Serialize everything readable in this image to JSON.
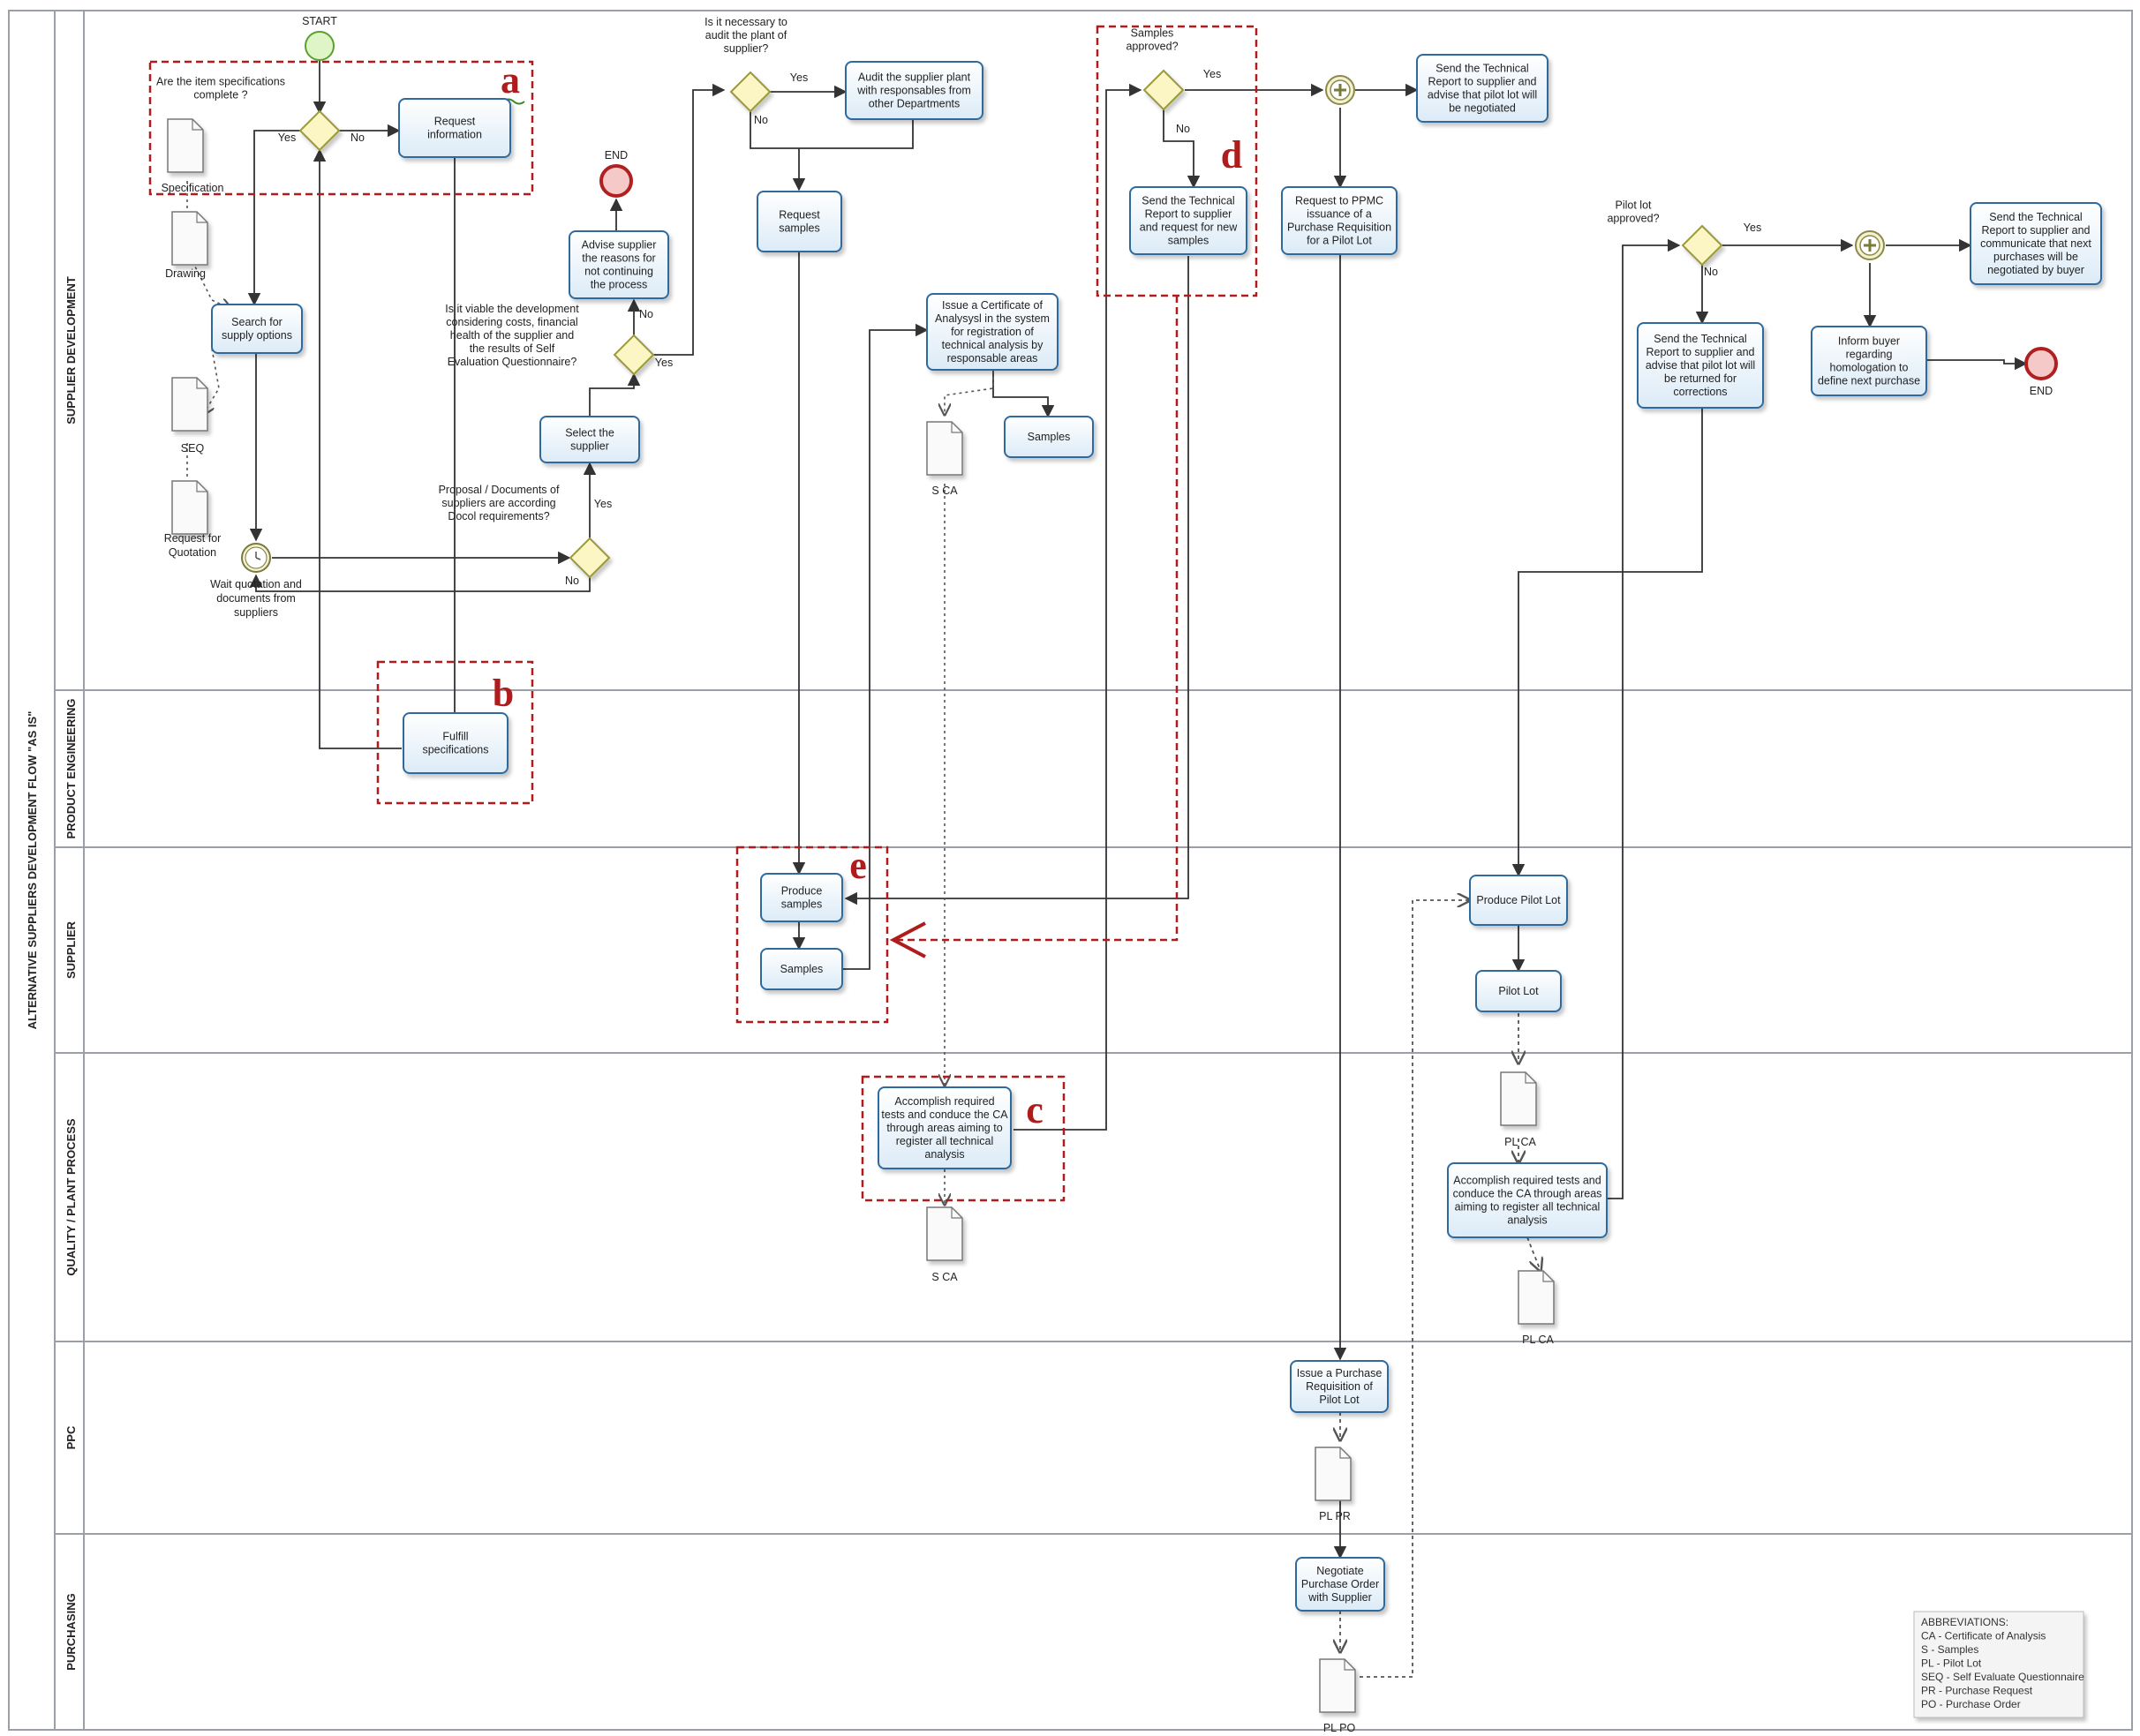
{
  "pool": {
    "title": "ALTERNATIVE SUPPLIERS DEVELOPMENT FLOW \"AS IS\""
  },
  "lanes": [
    {
      "id": "sd",
      "label": "SUPPLIER DEVELOPMENT"
    },
    {
      "id": "pe",
      "label": "PRODUCT ENGINEERING"
    },
    {
      "id": "sup",
      "label": "SUPPLIER"
    },
    {
      "id": "qpp",
      "label": "QUALITY / PLANT PROCESS"
    },
    {
      "id": "ppc",
      "label": "PPC"
    },
    {
      "id": "pur",
      "label": "PURCHASING"
    }
  ],
  "events": [
    {
      "id": "start",
      "label": "START",
      "kind": "start"
    },
    {
      "id": "end1",
      "label": "END",
      "kind": "end"
    },
    {
      "id": "end2",
      "label": "END",
      "kind": "end"
    },
    {
      "id": "wait",
      "label_lines": [
        "Wait quotation and",
        "documents from",
        "suppliers"
      ],
      "kind": "timer"
    }
  ],
  "tasks": [
    {
      "id": "t_req_info",
      "lines": [
        "Request",
        "information"
      ]
    },
    {
      "id": "t_search",
      "lines": [
        "Search for",
        "supply options"
      ]
    },
    {
      "id": "t_advise",
      "lines": [
        "Advise supplier",
        "the reasons for",
        "not continuing",
        "the process"
      ]
    },
    {
      "id": "t_select",
      "lines": [
        "Select the",
        "supplier"
      ]
    },
    {
      "id": "t_audit",
      "lines": [
        "Audit the supplier plant",
        "with responsables from",
        "other Departments"
      ]
    },
    {
      "id": "t_req_samples",
      "lines": [
        "Request",
        "samples"
      ]
    },
    {
      "id": "t_issue_ca",
      "lines": [
        "Issue a Certificate of",
        "Analysysl in the system",
        "for registration of",
        "technical analysis by",
        "responsable areas"
      ]
    },
    {
      "id": "t_samples_sd",
      "lines": [
        "Samples"
      ]
    },
    {
      "id": "t_send_tr_new",
      "lines": [
        "Send the Technical",
        "Report to supplier",
        "and request for new",
        "samples"
      ]
    },
    {
      "id": "t_req_ppmc",
      "lines": [
        "Request to PPMC",
        "issuance of a",
        "Purchase Requisition",
        "for a Pilot Lot"
      ]
    },
    {
      "id": "t_send_tr_neg",
      "lines": [
        "Send the Technical",
        "Report to supplier and",
        "advise that pilot lot will",
        "be negotiated"
      ]
    },
    {
      "id": "t_send_tr_ret",
      "lines": [
        "Send the Technical",
        "Report to supplier and",
        "advise that pilot lot will",
        "be returned for",
        "corrections"
      ]
    },
    {
      "id": "t_inform_buyer",
      "lines": [
        "Inform buyer",
        "regarding",
        "homologation to",
        "define next purchase"
      ]
    },
    {
      "id": "t_send_tr_comm",
      "lines": [
        "Send the Technical",
        "Report to supplier and",
        "communicate that next",
        "purchases  will be",
        "negotiated by buyer"
      ]
    },
    {
      "id": "t_fulfill",
      "lines": [
        "Fulfill",
        "specifications"
      ]
    },
    {
      "id": "t_produce_samples",
      "lines": [
        "Produce",
        "samples"
      ]
    },
    {
      "id": "t_samples_sup",
      "lines": [
        "Samples"
      ]
    },
    {
      "id": "t_produce_pilot",
      "lines": [
        "Produce Pilot Lot"
      ]
    },
    {
      "id": "t_pilot_lot",
      "lines": [
        "Pilot Lot"
      ]
    },
    {
      "id": "t_accomplish1",
      "lines": [
        "Accomplish required",
        "tests and conduce the CA",
        "through areas aiming to",
        "register all technical",
        "analysis"
      ]
    },
    {
      "id": "t_accomplish2",
      "lines": [
        "Accomplish required tests and",
        "conduce the CA through areas",
        "aiming to register all technical",
        "analysis"
      ]
    },
    {
      "id": "t_issue_pr",
      "lines": [
        "Issue a Purchase",
        "Requisition of",
        "Pilot Lot"
      ]
    },
    {
      "id": "t_negotiate",
      "lines": [
        "Negotiate",
        "Purchase Order",
        "with Supplier"
      ]
    }
  ],
  "gateways": [
    {
      "id": "g_spec",
      "lines": [
        "Are the item specifications",
        "complete ?"
      ]
    },
    {
      "id": "g_docs",
      "lines": [
        "Proposal / Documents of",
        "suppliers are according",
        "Docol requirements?"
      ]
    },
    {
      "id": "g_viable",
      "lines": [
        "Is it viable the development",
        "considering costs, financial",
        "health of the supplier and",
        "the results of Self",
        "Evaluation Questionnaire?"
      ]
    },
    {
      "id": "g_audit",
      "lines": [
        "Is it necessary to",
        "audit the plant of",
        "supplier?"
      ]
    },
    {
      "id": "g_samples",
      "lines": [
        "Samples",
        "approved?"
      ]
    },
    {
      "id": "g_pilot",
      "lines": [
        "Pilot lot",
        "approved?"
      ]
    }
  ],
  "parallel_gateways": [
    "p1",
    "p2"
  ],
  "documents": [
    {
      "id": "d_spec",
      "label": "Specification"
    },
    {
      "id": "d_drawing",
      "label": "Drawing"
    },
    {
      "id": "d_seq",
      "label": "SEQ"
    },
    {
      "id": "d_rfq",
      "label_lines": [
        "Request for",
        "Quotation"
      ]
    },
    {
      "id": "d_sca1",
      "label": "S CA"
    },
    {
      "id": "d_sca2",
      "label": "S CA"
    },
    {
      "id": "d_plca1",
      "label": "PL CA"
    },
    {
      "id": "d_plca2",
      "label": "PL CA"
    },
    {
      "id": "d_plpr",
      "label": "PL PR"
    },
    {
      "id": "d_plpo",
      "label": "PL PO"
    }
  ],
  "flow_labels": {
    "yes": "Yes",
    "no": "No"
  },
  "callouts": [
    {
      "id": "a",
      "letter": "a"
    },
    {
      "id": "b",
      "letter": "b"
    },
    {
      "id": "c",
      "letter": "c"
    },
    {
      "id": "d",
      "letter": "d"
    },
    {
      "id": "e",
      "letter": "e"
    }
  ],
  "legend": {
    "lines": [
      "ABBREVIATIONS:",
      "CA - Certificate of Analysis",
      "S - Samples",
      "PL - Pilot Lot",
      "SEQ - Self Evaluate Questionnaire",
      "PR - Purchase Request",
      "PO - Purchase Order"
    ]
  },
  "colors": {
    "task_stroke": "#2e6a9e",
    "task_fill_top": "#ffffff",
    "task_fill_bottom": "#dcebf7",
    "gateway_fill": "#fbf6c4",
    "gateway_stroke": "#9a9a3a",
    "start_fill": "#dff5c8",
    "start_stroke": "#5aa02c",
    "end_fill": "#f6c9c9",
    "end_stroke": "#b02020",
    "callout": "#b01c1c",
    "lane_line": "#9aa0a6"
  }
}
